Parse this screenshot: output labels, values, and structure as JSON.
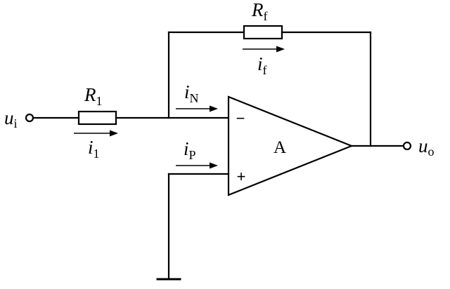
{
  "labels": {
    "ui": {
      "base": "u",
      "sub": "i"
    },
    "uo": {
      "base": "u",
      "sub": "o"
    },
    "r1": {
      "base": "R",
      "sub": "1"
    },
    "rf": {
      "base": "R",
      "sub": "f"
    },
    "i1": {
      "base": "i",
      "sub": "1"
    },
    "if": {
      "base": "i",
      "sub": "f"
    },
    "in": {
      "base": "i",
      "sub": "N"
    },
    "ip": {
      "base": "i",
      "sub": "P"
    }
  },
  "opamp": {
    "name": "A",
    "inverting_sign": "−",
    "noninverting_sign": "+"
  }
}
